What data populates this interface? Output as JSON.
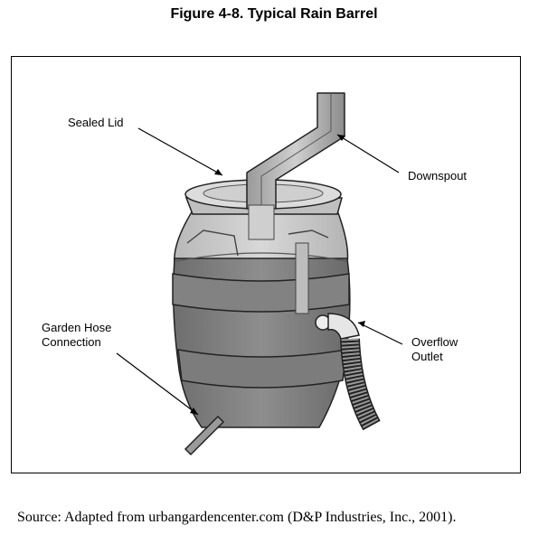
{
  "title": "Figure 4-8. Typical Rain Barrel",
  "labels": {
    "sealed_lid": "Sealed Lid",
    "downspout": "Downspout",
    "garden_hose_line1": "Garden Hose",
    "garden_hose_line2": "Connection",
    "overflow_line1": "Overflow",
    "overflow_line2": "Outlet"
  },
  "source": "Source: Adapted from urbangardencenter.com (D&P Industries, Inc., 2001)."
}
